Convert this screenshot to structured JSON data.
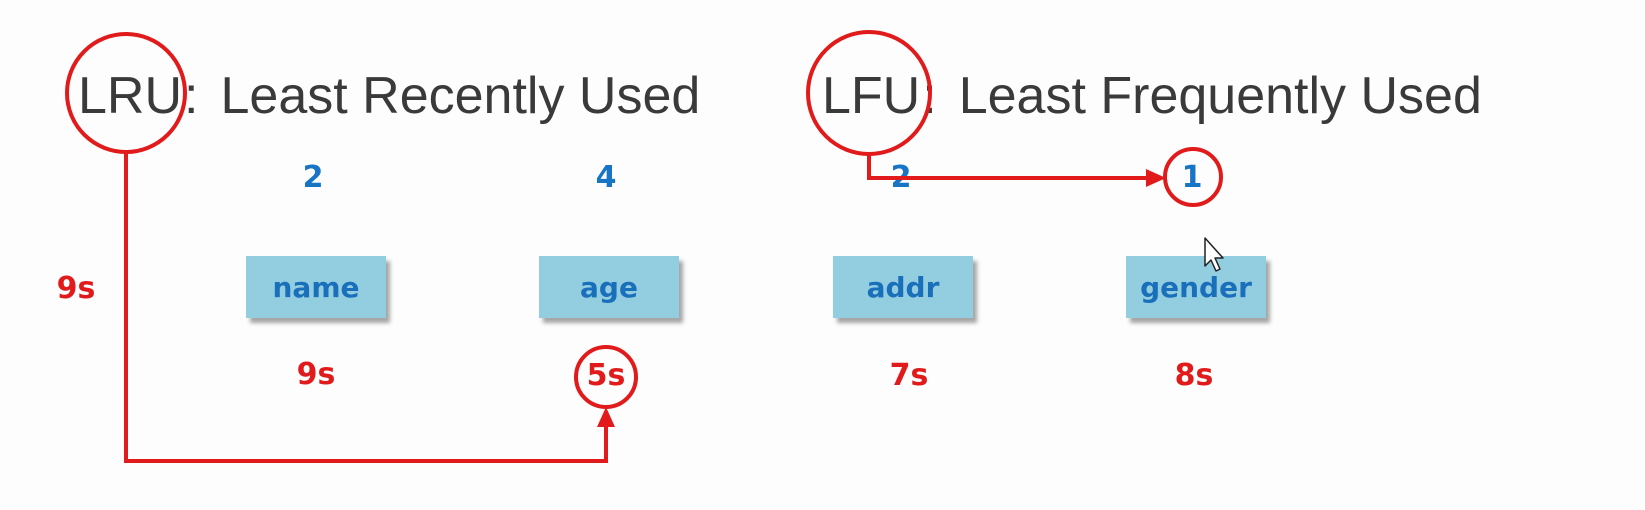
{
  "lru": {
    "abbr": "LRU",
    "colon": ":",
    "full": "Least Recently Used",
    "side_time": "9s"
  },
  "lfu": {
    "abbr": "LFU",
    "colon": ":",
    "full": "Least Frequently Used"
  },
  "items": [
    {
      "count": "2",
      "key": "name",
      "time": "9s"
    },
    {
      "count": "4",
      "key": "age",
      "time": "5s"
    },
    {
      "count": "2",
      "key": "addr",
      "time": "7s"
    },
    {
      "count": "1",
      "key": "gender",
      "time": "8s"
    }
  ],
  "colors": {
    "accent_red": "#e11b1b",
    "count_blue": "#1874c4",
    "box_fill": "#93cde0",
    "box_text": "#1a6fbb",
    "title_text": "#3a3a3a"
  }
}
